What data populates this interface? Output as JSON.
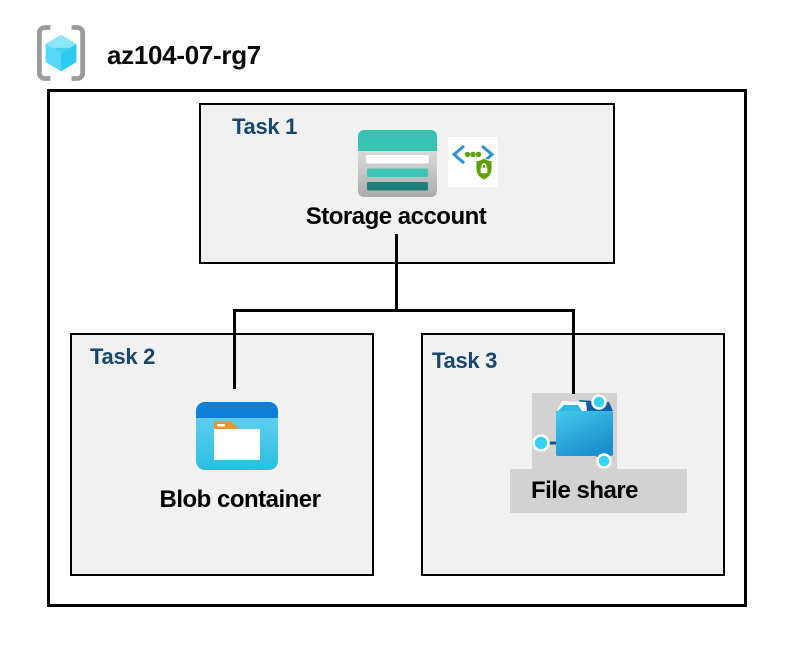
{
  "title": {
    "resource_group": "az104-07-rg7"
  },
  "tasks": [
    {
      "label": "Task 1",
      "resource": "Storage account"
    },
    {
      "label": "Task 2",
      "resource": "Blob container"
    },
    {
      "label": "Task 3",
      "resource": "File share"
    }
  ],
  "icons": {
    "header": "azure-resource-group-icon",
    "task1": [
      "storage-account-icon",
      "code-shield-lock-icon"
    ],
    "task2": [
      "blob-container-icon"
    ],
    "task3": [
      "file-share-icon"
    ]
  },
  "colors": {
    "task_label_navy": "#17466E",
    "box_fill_gray": "#F1F1F1",
    "border_black": "#000000",
    "label_band_gray": "#D2D2D2",
    "storage_teal": "#37C2B4",
    "storage_teal_dark": "#1F7E78",
    "blob_header_blue": "#0F7FD8",
    "blob_body_cyan": "#3CC7E9",
    "folder_tab_orange": "#F0912A",
    "file_share_blue": "#1B8FCB",
    "network_node_cyan": "#38D1F4",
    "shield_green": "#5EA000",
    "bracket_gray": "#9B9B9B",
    "cube_cyan": "#55D8F5"
  }
}
